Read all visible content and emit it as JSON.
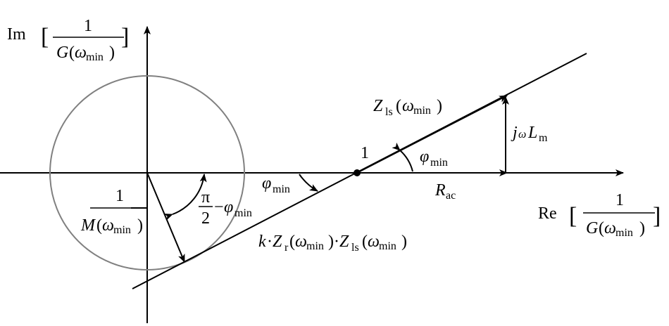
{
  "im_label": {
    "prefix": "Im",
    "num": "1",
    "den_fn": "G",
    "den_arg": "ω",
    "den_sub": "min"
  },
  "re_label": {
    "prefix": "Re",
    "num": "1",
    "den_fn": "G",
    "den_arg": "ω",
    "den_sub": "min"
  },
  "zls_label": {
    "main": "Z",
    "sub": "ls",
    "arg": "ω",
    "arg_sub": "min"
  },
  "jwlm_label": {
    "j": "j",
    "w": "ω",
    "L": "L",
    "sub": "m"
  },
  "one_point_label": "1",
  "phi_right": {
    "main": "φ",
    "sub": "min"
  },
  "phi_mid": {
    "main": "φ",
    "sub": "min"
  },
  "rac_label": {
    "main": "R",
    "sub": "ac"
  },
  "pi_label": {
    "num": "π",
    "den": "2",
    "minus": "−",
    "phi": "φ",
    "sub": "min"
  },
  "m_label": {
    "num": "1",
    "den_fn": "M",
    "den_arg": "ω",
    "den_sub": "min"
  },
  "product_label": {
    "k": "k",
    "dot": "·",
    "zr": "Z",
    "zr_sub": "r",
    "w": "ω",
    "w_sub": "min",
    "zls": "Z",
    "zls_sub": "ls"
  }
}
